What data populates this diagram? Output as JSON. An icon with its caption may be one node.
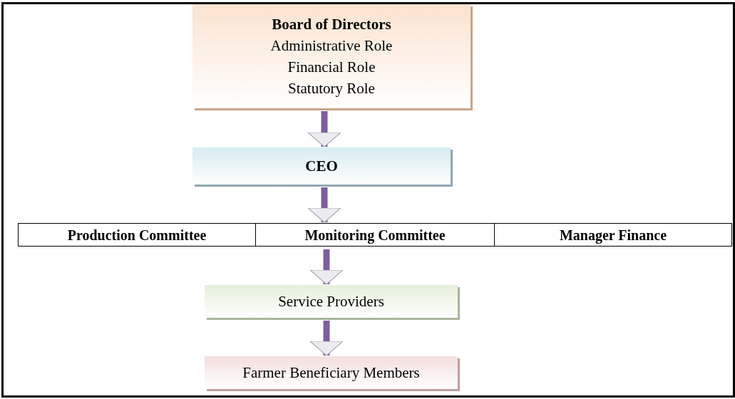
{
  "diagram": {
    "nodes": [
      {
        "text": [
          "Board of Directors",
          "Administrative Role",
          "Financial Role",
          "Statutory Role"
        ]
      },
      {
        "text": [
          "CEO"
        ]
      },
      {
        "text": [
          "Production Committee"
        ]
      },
      {
        "text": [
          "Monitoring Committee"
        ]
      },
      {
        "text": [
          "Manager Finance"
        ]
      },
      {
        "text": [
          "Service Providers"
        ]
      },
      {
        "text": [
          "Farmer Beneficiary Members"
        ]
      }
    ],
    "edges": [
      {
        "from": 0,
        "to": 1,
        "arrow": "to"
      },
      {
        "from": 1,
        "to": 3,
        "arrow": "to"
      },
      {
        "from": 3,
        "to": 5,
        "arrow": "to"
      },
      {
        "from": 5,
        "to": 6,
        "arrow": "to"
      }
    ]
  }
}
